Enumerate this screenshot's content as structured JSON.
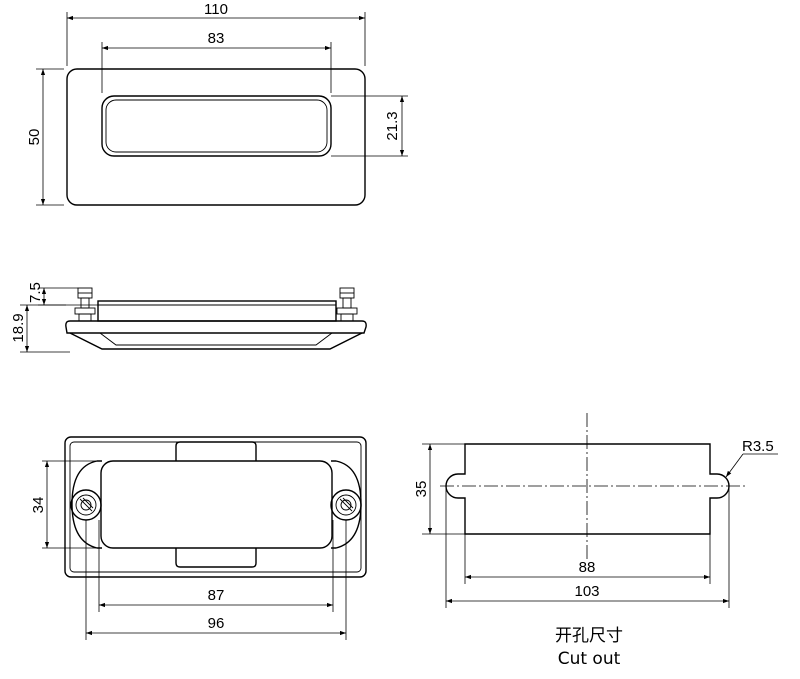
{
  "top_view": {
    "dim_overall_width": "110",
    "dim_recess_width": "83",
    "dim_overall_height": "50",
    "dim_recess_height": "21.3"
  },
  "side_view": {
    "dim_head_height": "7.5",
    "dim_total_height": "18.9"
  },
  "back_view": {
    "dim_hole_height": "34",
    "dim_inner_width": "87",
    "dim_hole_spacing": "96"
  },
  "cutout": {
    "dim_height": "35",
    "dim_width": "88",
    "dim_overall_width": "103",
    "dim_radius": "R3.5",
    "caption_cn": "开孔尺寸",
    "caption_en": "Cut out"
  }
}
